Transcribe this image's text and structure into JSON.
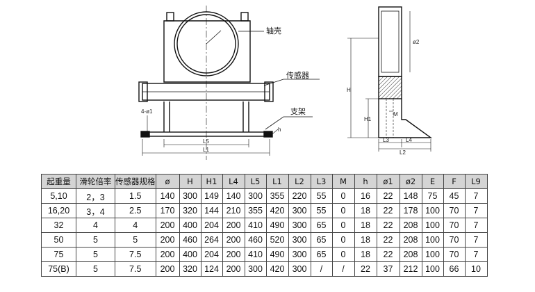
{
  "drawing": {
    "callouts": {
      "shell": "轴壳",
      "sensor": "传感器",
      "bracket": "支架",
      "hole": "4-ø1"
    },
    "dims": {
      "L5": "L5",
      "L1": "L1",
      "H": "H",
      "H1": "H1",
      "M": "M",
      "L3": "L3",
      "L4": "L4",
      "L2": "L2",
      "d2": "ø2",
      "h": "h"
    }
  },
  "table": {
    "headers": [
      "起重量",
      "滑轮倍率",
      "传感器规格",
      "ø",
      "H",
      "H1",
      "L4",
      "L5",
      "L1",
      "L2",
      "L3",
      "M",
      "h",
      "ø1",
      "ø2",
      "E",
      "F",
      "L9"
    ],
    "rows": [
      [
        "5,10",
        "2，3",
        "1.5",
        "140",
        "300",
        "149",
        "140",
        "300",
        "355",
        "220",
        "55",
        "0",
        "16",
        "22",
        "148",
        "75",
        "45",
        "7"
      ],
      [
        "16,20",
        "3，4",
        "2.5",
        "170",
        "320",
        "144",
        "210",
        "355",
        "420",
        "300",
        "55",
        "0",
        "18",
        "22",
        "178",
        "100",
        "70",
        "7"
      ],
      [
        "32",
        "4",
        "4",
        "200",
        "400",
        "204",
        "200",
        "410",
        "490",
        "300",
        "65",
        "0",
        "18",
        "22",
        "208",
        "100",
        "70",
        "7"
      ],
      [
        "50",
        "5",
        "5",
        "200",
        "460",
        "264",
        "200",
        "460",
        "520",
        "300",
        "65",
        "0",
        "18",
        "22",
        "208",
        "100",
        "70",
        "7"
      ],
      [
        "75",
        "5",
        "7.5",
        "200",
        "400",
        "204",
        "200",
        "410",
        "490",
        "300",
        "65",
        "0",
        "18",
        "22",
        "208",
        "100",
        "70",
        "7"
      ],
      [
        "75(B)",
        "5",
        "7.5",
        "200",
        "320",
        "124",
        "200",
        "300",
        "420",
        "300",
        "/",
        "/",
        "22",
        "37",
        "212",
        "100",
        "66",
        "10"
      ]
    ]
  }
}
